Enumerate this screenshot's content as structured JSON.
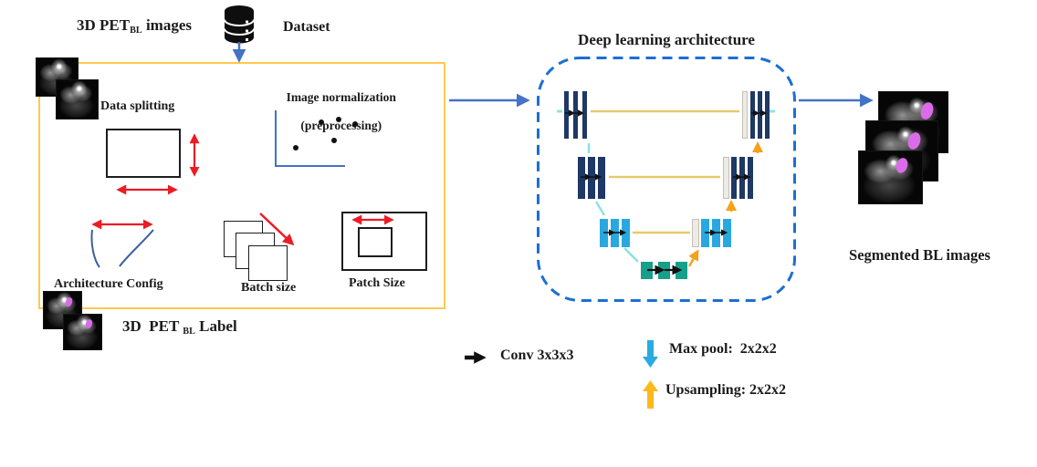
{
  "top": {
    "input_images_prefix": "3D PET",
    "input_images_sub": "BL",
    "input_images_suffix": " images",
    "dataset": "Dataset"
  },
  "pipeline_box": {
    "data_splitting": "Data splitting",
    "image_normalization_line1": "Image normalization",
    "image_normalization_line2": "(preprocessing)",
    "architecture_config": "Architecture Config",
    "batch_size": "Batch size",
    "patch_size": "Patch Size"
  },
  "label_images": {
    "prefix": "3D  PET ",
    "sub": "BL",
    "suffix": " Label"
  },
  "network": {
    "title": "Deep learning architecture"
  },
  "output": {
    "caption": "Segmented BL images"
  },
  "legend": {
    "conv": "Conv 3x3x3",
    "max_pool": "Max pool:  2x2x2",
    "upsampling": "Upsampling: 2x2x2"
  },
  "colors": {
    "preprocess_box_border": "#FFC94D",
    "network_box_border": "#1B6FD3",
    "flow_arrow_blue": "#4472C4",
    "annotation_red": "#EC1C24",
    "encoder_bar_navy": "#1F3864",
    "level3_bar_lightblue": "#29A8E0",
    "bottleneck_bar_teal": "#16A08C",
    "concat_bar_gray": "#EDEBE6",
    "skip_connection_tan": "#E8C96B",
    "maxpool_cyan": "#8FE0E8",
    "upsample_orange": "#F5A11B",
    "legend_maxpool_blue": "#29ABE2",
    "legend_upsample_orange": "#FFB81C",
    "segmentation_magenta": "#DC6BEA"
  }
}
